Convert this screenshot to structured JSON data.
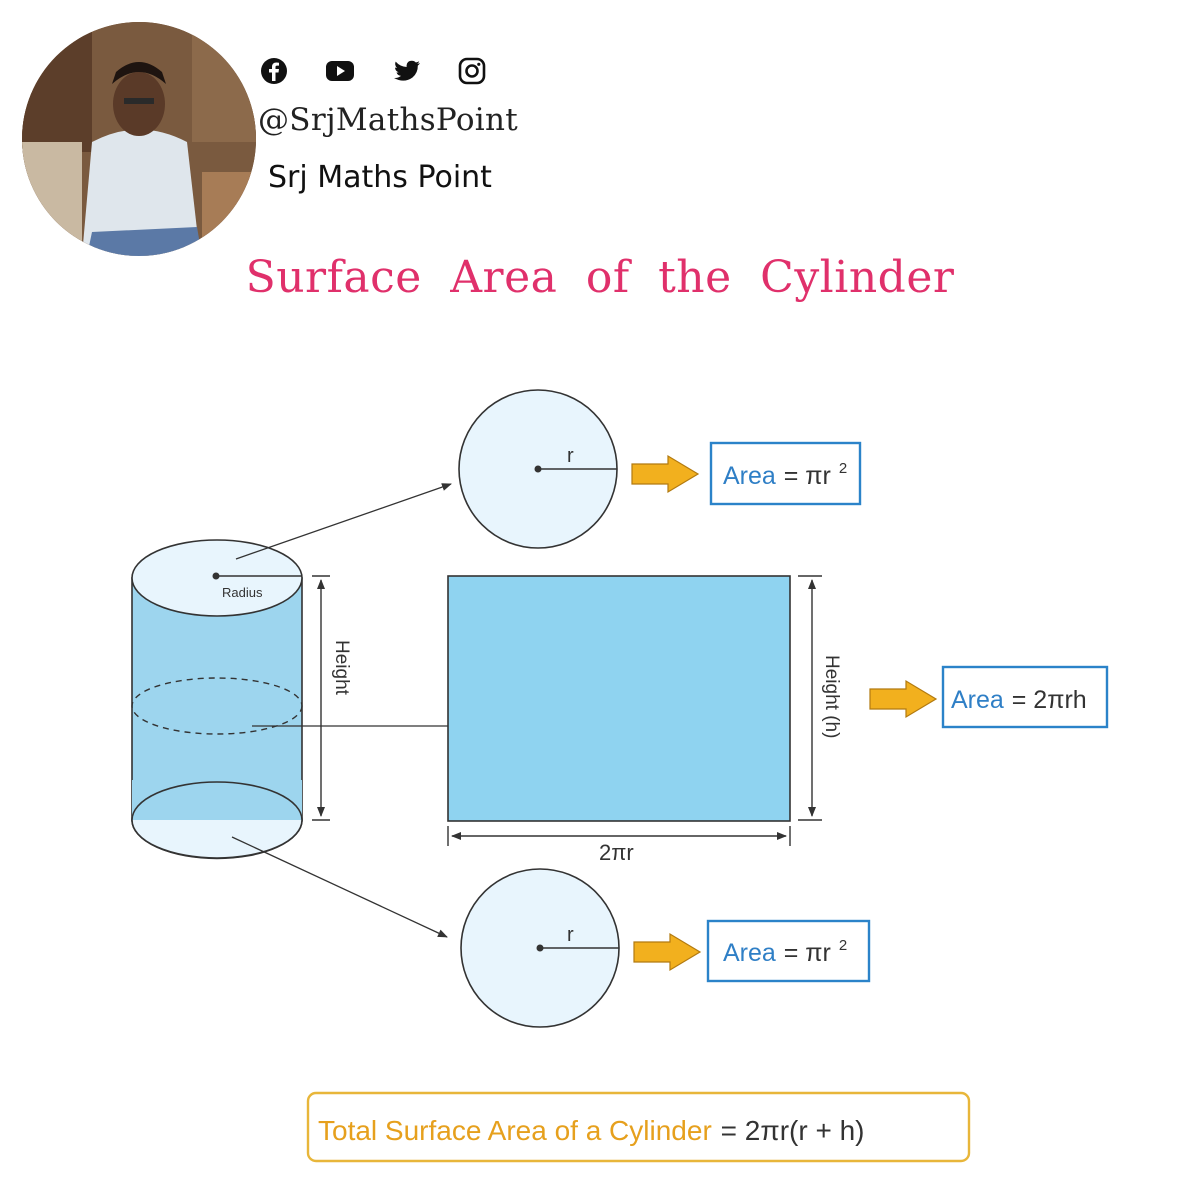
{
  "header": {
    "handle": "@SrjMathsPoint",
    "channel_name": "Srj Maths Point",
    "social_icons": [
      "facebook-icon",
      "youtube-icon",
      "twitter-icon",
      "instagram-icon"
    ]
  },
  "title": "Surface Area of the Cylinder",
  "diagram": {
    "cylinder": {
      "radius_label": "Radius",
      "height_label": "Height"
    },
    "top_circle": {
      "radius_label": "r",
      "area_word": "Area",
      "area_eq": "= πr",
      "area_exp": "2"
    },
    "rectangle": {
      "height_label": "Height (h)",
      "width_label": "2πr",
      "area_word": "Area",
      "area_eq": "= 2πrh"
    },
    "bottom_circle": {
      "radius_label": "r",
      "area_word": "Area",
      "area_eq": "= πr",
      "area_exp": "2"
    }
  },
  "formula": {
    "label": "Total Surface Area of a Cylinder",
    "expression": "= 2πr(r + h)"
  },
  "colors": {
    "title": "#e0306b",
    "rect_fill": "#8fd3f0",
    "circle_fill": "#e8f5fd",
    "cylinder_fill": "#9dd5ee",
    "area_box_border": "#2b83c9",
    "arrow_fill": "#f2b01e",
    "formula_border": "#e8b63a"
  }
}
